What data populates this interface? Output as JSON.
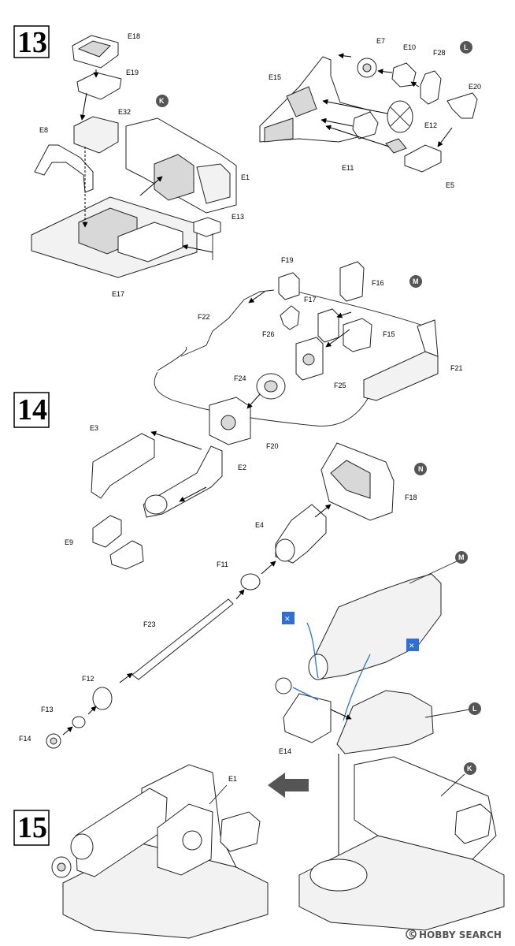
{
  "steps": [
    {
      "number": "13",
      "group": "K"
    },
    {
      "number": "14",
      "group": "M"
    },
    {
      "number": "15",
      "group": ""
    }
  ],
  "bubbles": {
    "k1": "K",
    "l1": "L",
    "m1": "M",
    "n1": "N",
    "m2": "M",
    "l2": "L",
    "k2": "K"
  },
  "labels": {
    "E18": "E18",
    "E19": "E19",
    "E32": "E32",
    "E8": "E8",
    "E1": "E1",
    "E13": "E13",
    "E17": "E17",
    "E7": "E7",
    "E10": "E10",
    "F28": "F28",
    "E15": "E15",
    "E20": "E20",
    "E12": "E12",
    "E11": "E11",
    "E5": "E5",
    "F19": "F19",
    "F16": "F16",
    "F17": "F17",
    "F22": "F22",
    "F26": "F26",
    "F15": "F15",
    "F21": "F21",
    "F24": "F24",
    "F25": "F25",
    "F20": "F20",
    "E3": "E3",
    "E2": "E2",
    "F18": "F18",
    "E4": "E4",
    "E9": "E9",
    "F11": "F11",
    "F23": "F23",
    "F12": "F12",
    "F13": "F13",
    "F14": "F14",
    "E14": "E14",
    "E1b": "E1"
  },
  "watermark": {
    "brand": "HOBBY SEARCH",
    "copyright": "©"
  },
  "colors": {
    "bubble": "#555555",
    "glue_marker": "#2d6fd6",
    "line": "#222222"
  },
  "icons": [
    "no-glue-icon",
    "arrow-icon"
  ]
}
